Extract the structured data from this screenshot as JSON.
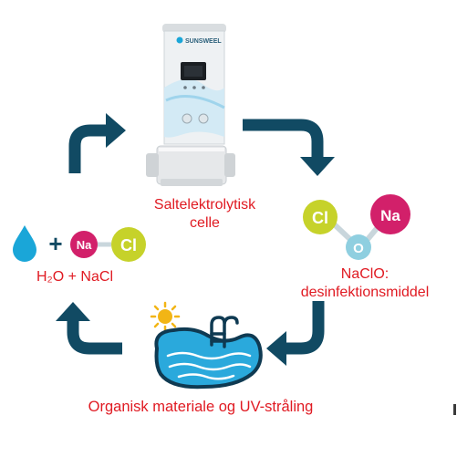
{
  "labels": {
    "cell_line1": "Saltelektrolytisk",
    "cell_line2": "celle",
    "naclo_line1": "NaClO:",
    "naclo_line2": "desinfektionsmiddel",
    "h2o_nacl": "H₂O + NaCl",
    "organic": "Organisk materiale og UV-stråling"
  },
  "device": {
    "brand": "SUNSWEEL"
  },
  "molecule": {
    "cl": "Cl",
    "na": "Na",
    "o": "O"
  },
  "reactants": {
    "na": "Na",
    "cl": "Cl",
    "plus": "+"
  },
  "colors": {
    "label_red": "#e01a22",
    "arrow_navy": "#114a63",
    "cl_green": "#c6d22a",
    "na_magenta": "#d2206a",
    "o_lightblue": "#8fcfe0",
    "water_blue": "#1aa6d8",
    "pool_blue": "#2aa9dc",
    "sun_yellow": "#f2b515"
  },
  "icons": [
    "water-drop-icon",
    "sun-icon",
    "pool-icon",
    "electrolysis-cell-device"
  ]
}
